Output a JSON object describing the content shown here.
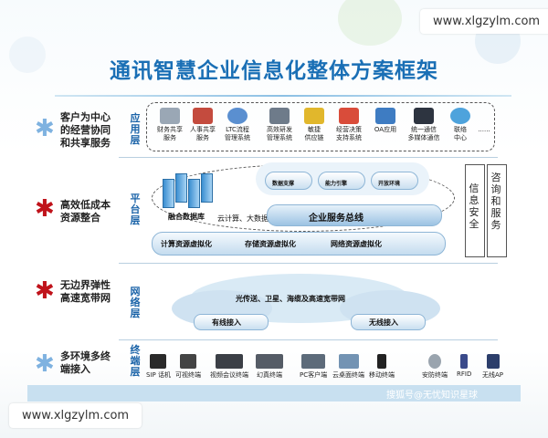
{
  "watermark_top": "www.xlgzylm.com",
  "watermark_bottom": "www.xlgzylm.com",
  "title": "通讯智慧企业信息化整体方案框架",
  "left_labels": [
    {
      "text": "客户为中心\n的经营协同\n和共享服务",
      "star_color": "#7fb2e0"
    },
    {
      "text": "高效低成本\n资源整合",
      "star_color": "#c0131b"
    },
    {
      "text": "无边界弹性\n高速宽带网",
      "star_color": "#c0131b"
    },
    {
      "text": "多环境多终\n端接入",
      "star_color": "#7fb2e0"
    }
  ],
  "layers": {
    "app": "应用层",
    "platform": "平台层",
    "network": "网络层",
    "terminal": "终端层"
  },
  "apps": [
    {
      "label": "财务共享\n服务",
      "icon": "finance-icon",
      "color": "#9aa7b5"
    },
    {
      "label": "人事共享\n服务",
      "icon": "hr-icon",
      "color": "#c44b3e"
    },
    {
      "label": "LTC流程\n管理系统",
      "icon": "ltc-icon",
      "color": "#5a8fd0"
    },
    {
      "label": "高效研发\n管理系统",
      "icon": "rnd-icon",
      "color": "#6e7b8a"
    },
    {
      "label": "敏捷\n供应链",
      "icon": "supply-icon",
      "color": "#e1b72c"
    },
    {
      "label": "经营决策\n支持系统",
      "icon": "decision-icon",
      "color": "#d94c3a"
    },
    {
      "label": "OA应用",
      "icon": "oa-icon",
      "color": "#3e7cc2"
    },
    {
      "label": "统一通信\n多媒体通信",
      "icon": "uc-icon",
      "color": "#2d3440"
    },
    {
      "label": "联络\n中心",
      "icon": "contact-icon",
      "color": "#4ea3dc"
    },
    {
      "label": "......",
      "icon": "more-icon",
      "color": "#ffffff"
    }
  ],
  "platform": {
    "converged_db": "融合数据库",
    "modules": [
      "数据支撑",
      "能力引擎",
      "开放环境"
    ],
    "tech_line": "云计算、大数据、SOA......",
    "bus": "企业服务总线",
    "virtualization": [
      "计算资源虚拟化",
      "存储资源虚拟化",
      "网络资源虚拟化"
    ]
  },
  "side_boxes": [
    "信息安全",
    "咨询和服务"
  ],
  "network": {
    "core": "光传送、卫星、海缆及高速宽带网",
    "wired": "有线接入",
    "wireless": "无线接入"
  },
  "terminals": [
    {
      "label": "SIP 话机",
      "icon": "sip-phone-icon"
    },
    {
      "label": "可视终端",
      "icon": "video-phone-icon"
    },
    {
      "label": "视频会议终端",
      "icon": "video-conference-icon"
    },
    {
      "label": "幻真终端",
      "icon": "telepresence-icon"
    },
    {
      "label": "PC客户端",
      "icon": "pc-icon"
    },
    {
      "label": "云桌面终端",
      "icon": "cloud-desktop-icon"
    },
    {
      "label": "移动终端",
      "icon": "mobile-icon"
    },
    {
      "label": "安防终端",
      "icon": "security-camera-icon"
    },
    {
      "label": "RFID",
      "icon": "rfid-icon"
    },
    {
      "label": "无线AP",
      "icon": "wireless-ap-icon"
    }
  ],
  "credit": "搜狐号@无忧知识星球"
}
